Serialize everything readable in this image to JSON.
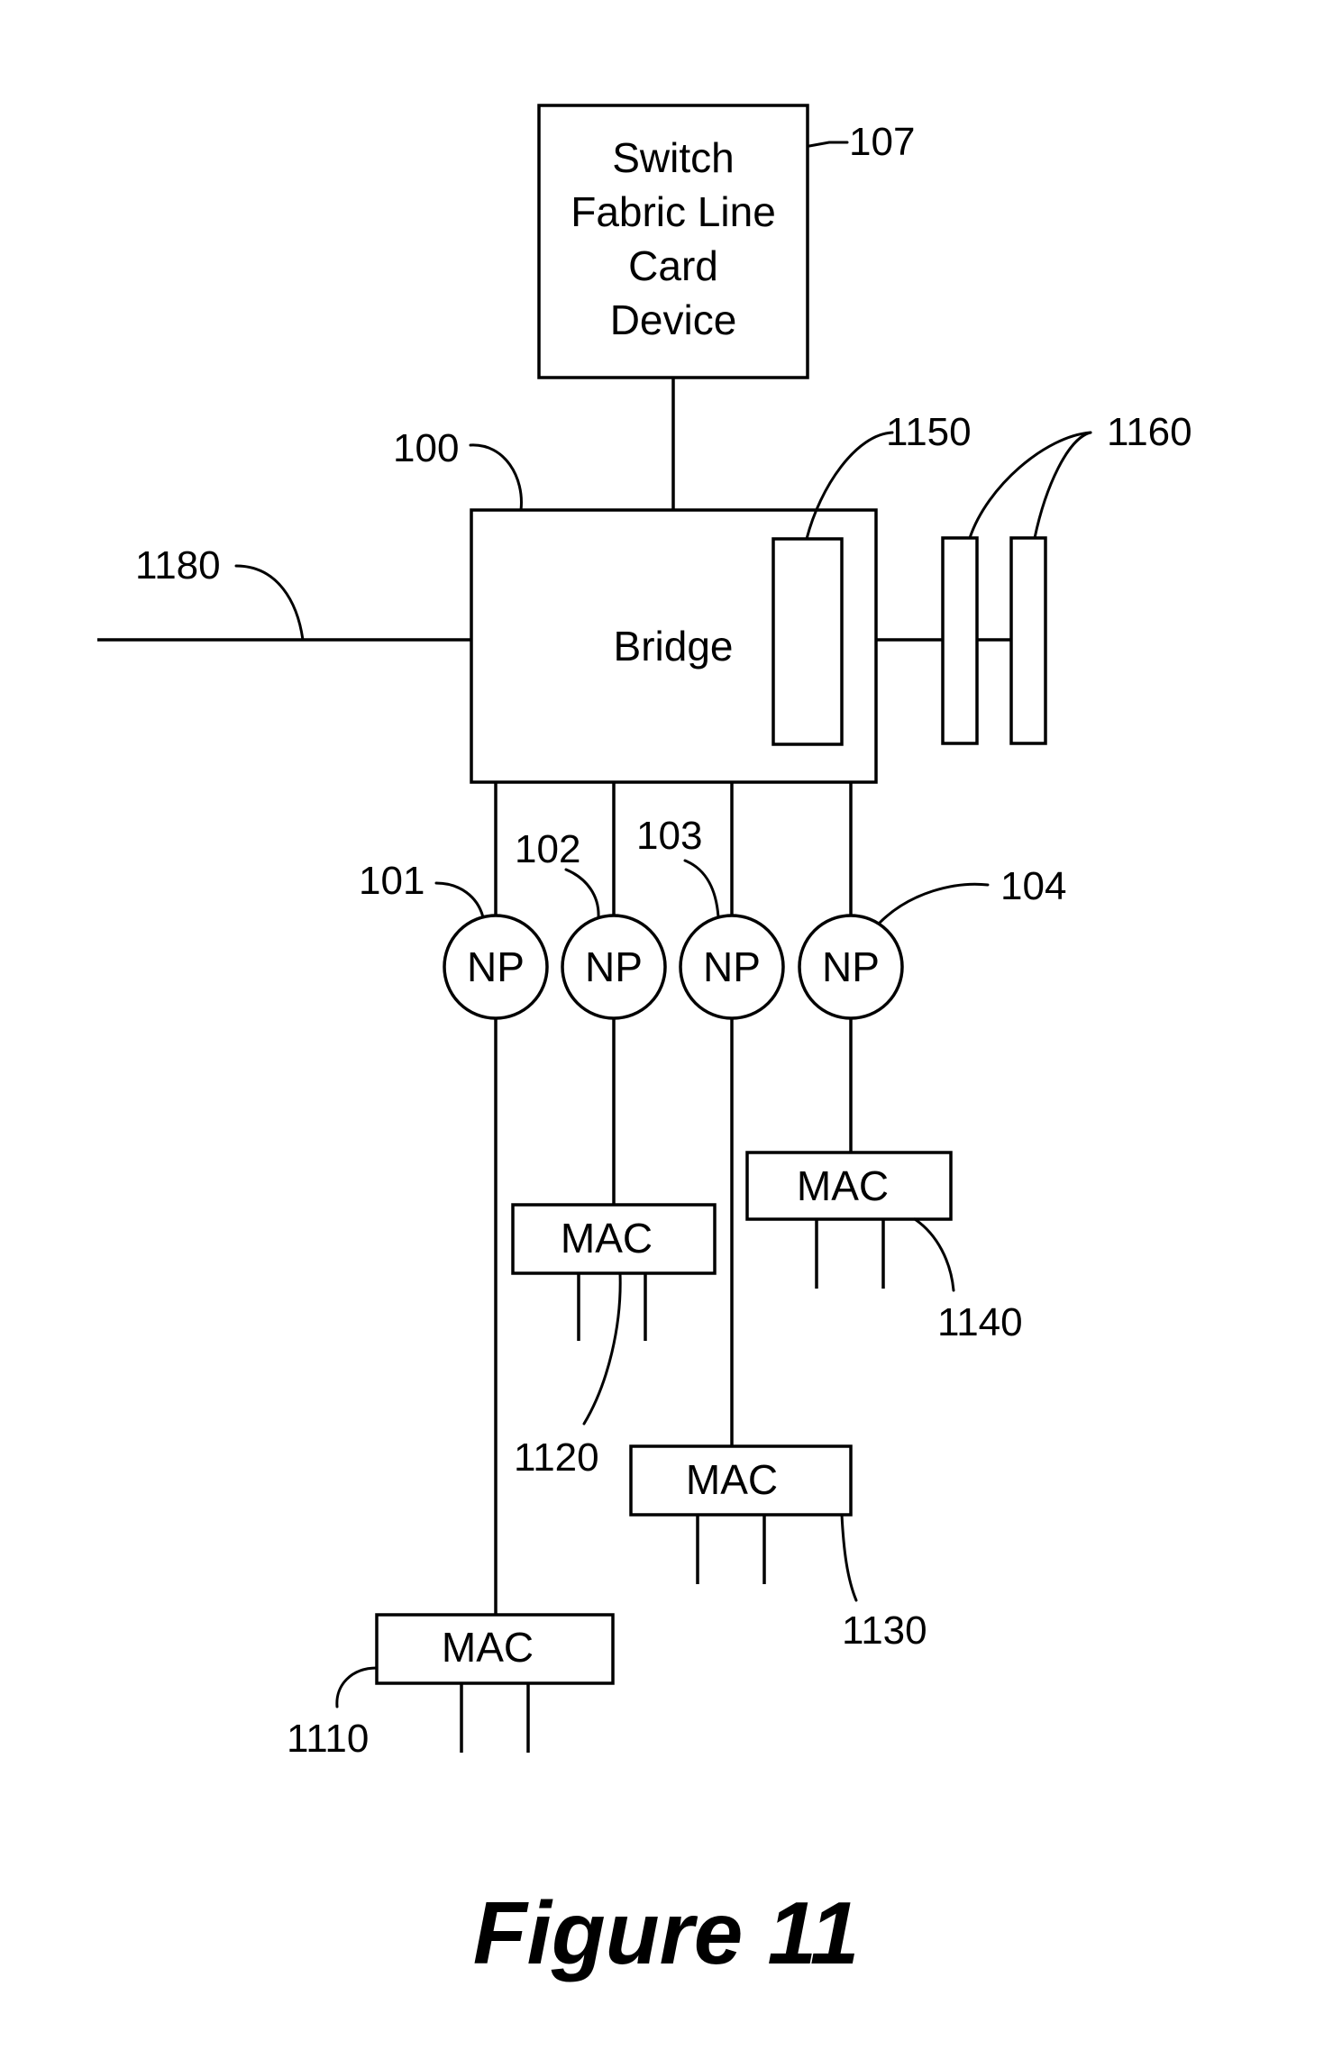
{
  "switch_fabric": {
    "lines": [
      "Switch",
      "Fabric Line",
      "Card",
      "Device"
    ],
    "ref": "107"
  },
  "bridge": {
    "label": "Bridge",
    "ref": "100"
  },
  "memory": {
    "ref": "1150"
  },
  "external_devices": {
    "ref": "1160"
  },
  "external_link": {
    "ref": "1180"
  },
  "network_processors": [
    {
      "label": "NP",
      "ref": "101"
    },
    {
      "label": "NP",
      "ref": "102"
    },
    {
      "label": "NP",
      "ref": "103"
    },
    {
      "label": "NP",
      "ref": "104"
    }
  ],
  "macs": [
    {
      "label": "MAC",
      "ref": "1110"
    },
    {
      "label": "MAC",
      "ref": "1120"
    },
    {
      "label": "MAC",
      "ref": "1130"
    },
    {
      "label": "MAC",
      "ref": "1140"
    }
  ],
  "figure_caption": "Figure 11"
}
